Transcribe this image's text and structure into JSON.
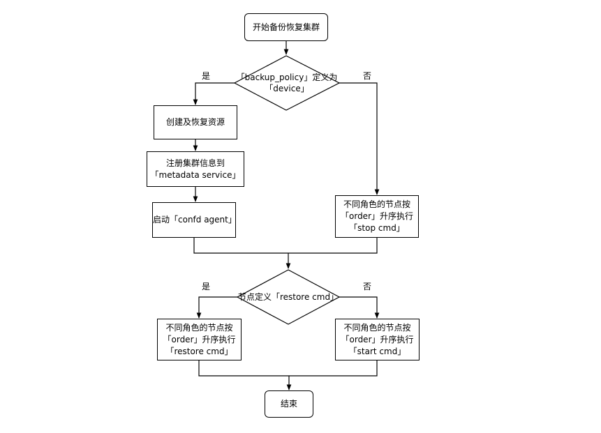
{
  "nodes": {
    "start": "开始备份恢复集群",
    "decision_policy": "「backup_policy」定义为\n「device」",
    "create_restore": "创建及恢复资源",
    "register_meta": "注册集群信息到\n「metadata service」",
    "start_confd": "启动「confd agent」",
    "stop_cmd": "不同角色的节点按\n「order」升序执行\n「stop cmd」",
    "decision_restore": "节点定义「restore cmd」",
    "restore_cmd": "不同角色的节点按\n「order」升序执行\n「restore cmd」",
    "start_cmd": "不同角色的节点按\n「order」升序执行\n「start cmd」",
    "end": "结束"
  },
  "edge_labels": {
    "policy_yes": "是",
    "policy_no": "否",
    "restore_yes": "是",
    "restore_no": "否"
  }
}
